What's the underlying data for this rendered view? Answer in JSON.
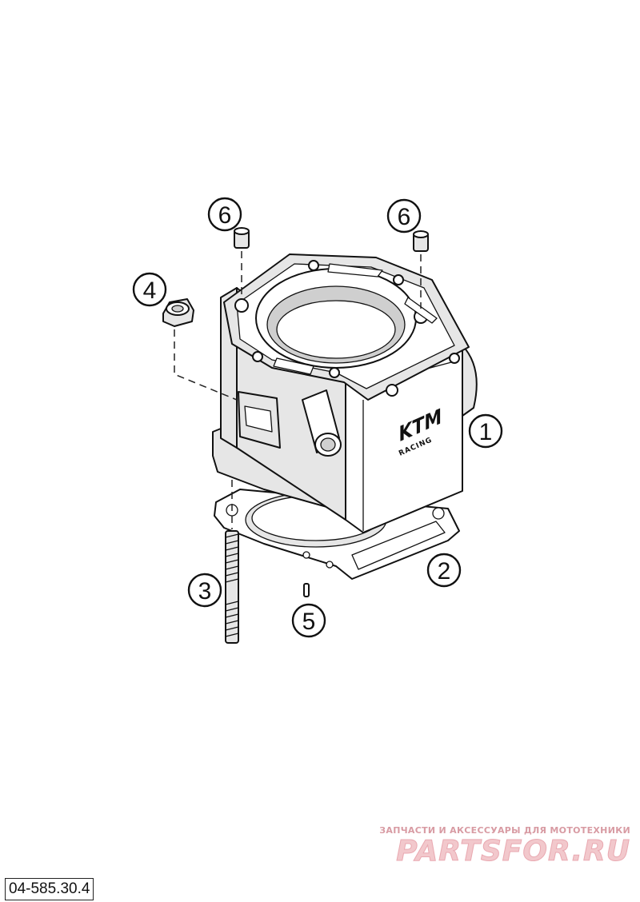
{
  "diagram": {
    "callouts": [
      {
        "id": "callout-1",
        "label": "1"
      },
      {
        "id": "callout-2",
        "label": "2"
      },
      {
        "id": "callout-3",
        "label": "3"
      },
      {
        "id": "callout-4",
        "label": "4"
      },
      {
        "id": "callout-5",
        "label": "5"
      },
      {
        "id": "callout-6a",
        "label": "6"
      },
      {
        "id": "callout-6b",
        "label": "6"
      }
    ],
    "cylinder_logo": "KTM",
    "cylinder_logo_sub": "RACING"
  },
  "footer": {
    "drawing_code": "04-585.30.4"
  },
  "watermark": {
    "tagline": "ЗАПЧАСТИ И АКСЕССУАРЫ ДЛЯ МОТОТЕХНИКИ",
    "logo_text": "PARTSFOR.RU",
    "color": "#f2c8cc"
  }
}
